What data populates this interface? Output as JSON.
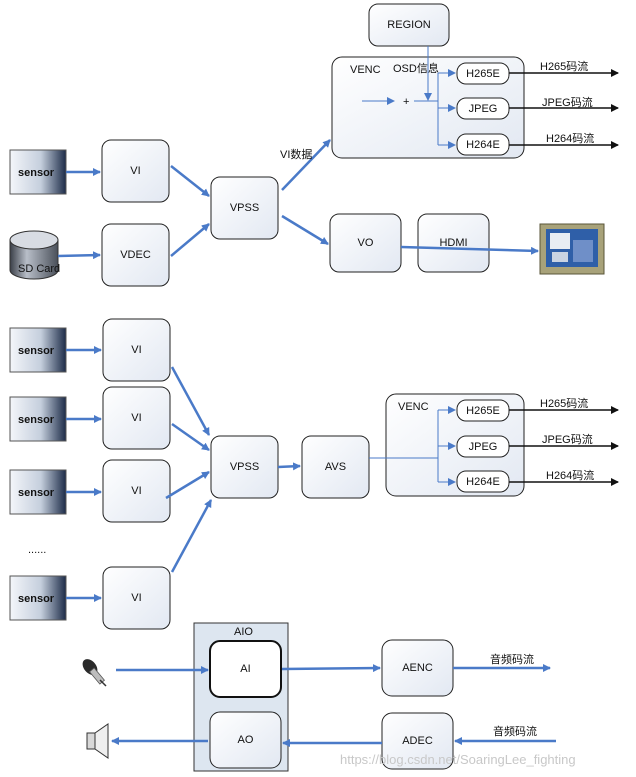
{
  "top_section": {
    "sensor_label": "sensor",
    "sd_card_label": "SD Card",
    "vi_label": "VI",
    "vdec_label": "VDEC",
    "vpss_label": "VPSS",
    "vi_data_label": "VI数据",
    "region_label": "REGION",
    "venc_label": "VENC",
    "osd_label": "OSD信息",
    "plus_label": "+",
    "h265e_label": "H265E",
    "jpeg_label": "JPEG",
    "h264e_label": "H264E",
    "h265_stream": "H265码流",
    "jpeg_stream": "JPEG码流",
    "h264_stream": "H264码流",
    "vo_label": "VO",
    "hdmi_label": "HDMI"
  },
  "middle_section": {
    "sensor_label": "sensor",
    "vi_label": "VI",
    "ellipsis": "......",
    "vpss_label": "VPSS",
    "avs_label": "AVS",
    "venc_label": "VENC",
    "h265e_label": "H265E",
    "jpeg_label": "JPEG",
    "h264e_label": "H264E",
    "h265_stream": "H265码流",
    "jpeg_stream": "JPEG码流",
    "h264_stream": "H264码流"
  },
  "audio_section": {
    "aio_label": "AIO",
    "ai_label": "AI",
    "ao_label": "AO",
    "aenc_label": "AENC",
    "adec_label": "ADEC",
    "aenc_stream": "音频码流",
    "adec_stream": "音频码流"
  },
  "watermark": "https://blog.csdn.net/SoaringLee_fighting",
  "colors": {
    "arrow_blue": "#4a7ac8",
    "box_border": "#222222",
    "sensor_dark": "#1a2a4a",
    "aio_fill": "#dde6f0"
  }
}
